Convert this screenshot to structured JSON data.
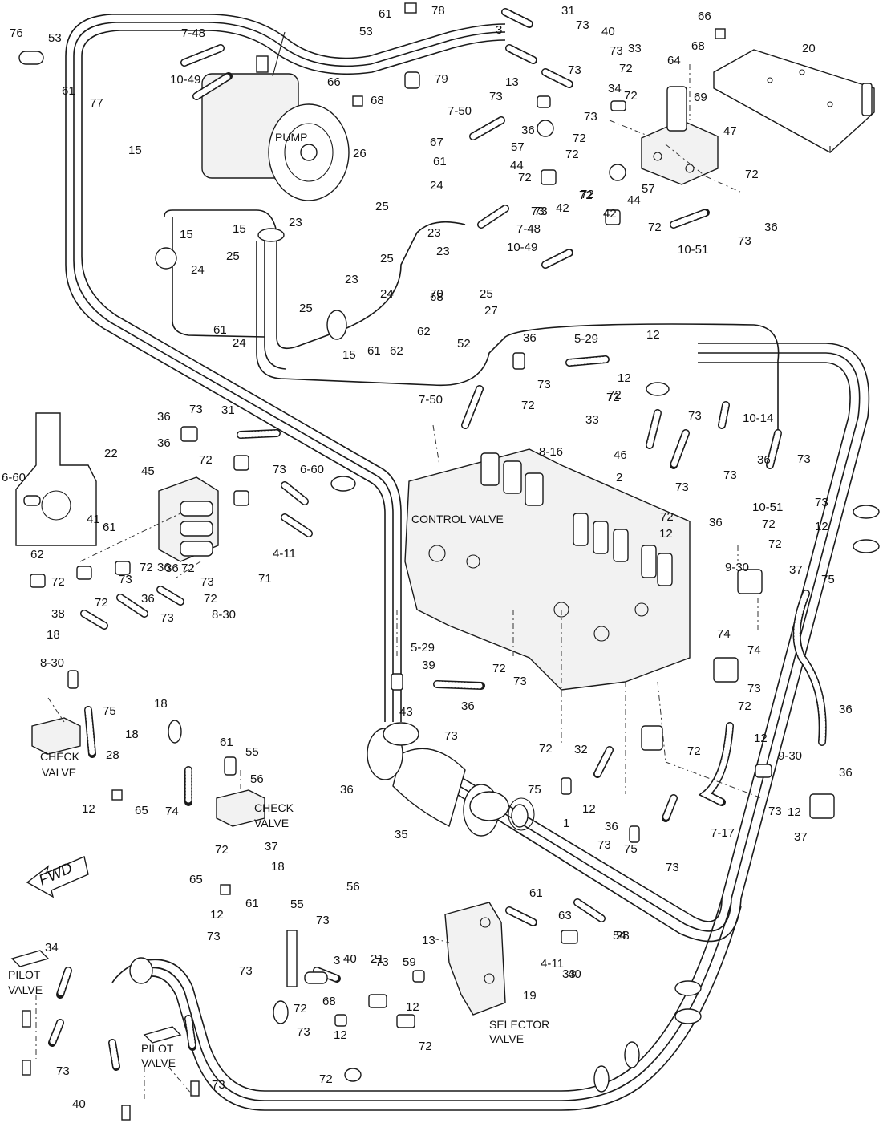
{
  "diagram": {
    "labels": {
      "pump": "PUMP",
      "control_valve": "CONTROL VALVE",
      "check_valve_left": [
        "CHECK",
        "VALVE"
      ],
      "check_valve_center": [
        "CHECK",
        "VALVE"
      ],
      "pilot_valve_left": [
        "PILOT",
        "VALVE"
      ],
      "pilot_valve_bottom": [
        "PILOT",
        "VALVE"
      ],
      "selector_valve": [
        "SELECTOR",
        "VALVE"
      ],
      "fwd": "FWD"
    },
    "callouts": [
      "76",
      "53",
      "61",
      "77",
      "7-48",
      "10-49",
      "15",
      "78",
      "61",
      "53",
      "3",
      "31",
      "73",
      "40",
      "73",
      "73",
      "33",
      "66",
      "68",
      "20",
      "79",
      "66",
      "68",
      "26",
      "73",
      "72",
      "13",
      "72",
      "64",
      "69",
      "7-50",
      "36",
      "73",
      "34",
      "72",
      "47",
      "57",
      "72",
      "67",
      "61",
      "44",
      "72",
      "24",
      "42",
      "72",
      "72",
      "44",
      "57",
      "72",
      "73",
      "73",
      "36",
      "25",
      "7-48",
      "73",
      "42",
      "10-49",
      "10-51",
      "72",
      "15",
      "23",
      "23",
      "23",
      "25",
      "23",
      "15",
      "25",
      "24",
      "25",
      "62",
      "61",
      "24",
      "70",
      "25",
      "24",
      "68",
      "27",
      "52",
      "61",
      "62",
      "15",
      "36",
      "5-29",
      "12",
      "73",
      "12",
      "72",
      "7-50",
      "72",
      "36",
      "73",
      "31",
      "33",
      "72",
      "36",
      "22",
      "45",
      "72",
      "73",
      "6-60",
      "73",
      "10-14",
      "8-16",
      "46",
      "6-60",
      "2",
      "73",
      "73",
      "10-51",
      "73",
      "36",
      "72",
      "36",
      "73",
      "12",
      "12",
      "72",
      "72",
      "41",
      "61",
      "62",
      "72",
      "36",
      "72",
      "4-11",
      "71",
      "72",
      "36",
      "72",
      "36",
      "73",
      "73",
      "72",
      "38",
      "73",
      "8-30",
      "9-30",
      "37",
      "75",
      "18",
      "5-29",
      "72",
      "39",
      "73",
      "74",
      "74",
      "43",
      "36",
      "73",
      "72",
      "36",
      "8-30",
      "75",
      "18",
      "18",
      "28",
      "12",
      "65",
      "61",
      "55",
      "56",
      "73",
      "36",
      "72",
      "32",
      "12",
      "72",
      "9-30",
      "74",
      "75",
      "35",
      "1",
      "12",
      "12",
      "36",
      "73",
      "37",
      "73",
      "36",
      "75",
      "73",
      "7-17",
      "72",
      "37",
      "18",
      "56",
      "65",
      "61",
      "12",
      "55",
      "61",
      "63",
      "54",
      "28",
      "73",
      "3",
      "73",
      "73",
      "40",
      "21",
      "59",
      "13",
      "73",
      "34",
      "72",
      "68",
      "12",
      "4-11",
      "19",
      "73",
      "40",
      "33",
      "72",
      "12",
      "72",
      "73",
      "40",
      "73",
      "1",
      "58",
      "12",
      "10-14",
      "7-17",
      "8-16"
    ]
  }
}
